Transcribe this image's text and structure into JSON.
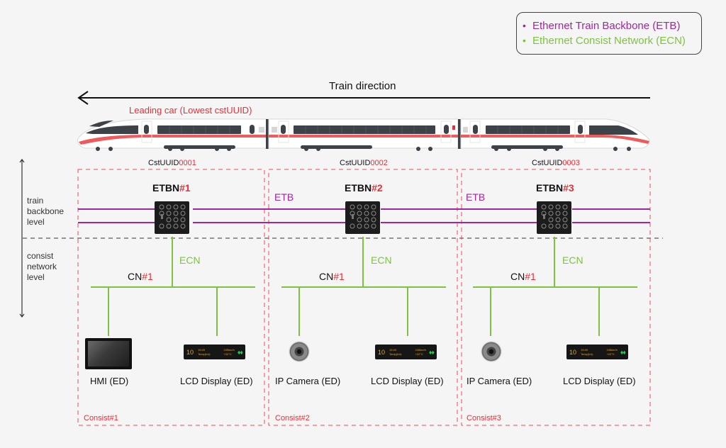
{
  "legend": {
    "items": [
      {
        "bullet": "•",
        "label": "Ethernet Train Backbone (ETB)",
        "color": "#a0289c"
      },
      {
        "bullet": "•",
        "label": "Ethernet Consist Network (ECN)",
        "color": "#7ec242"
      }
    ]
  },
  "train": {
    "direction_label": "Train direction",
    "leading_car_label": "Leading car (Lowest cstUUID)"
  },
  "levels": {
    "backbone": [
      "train",
      "backbone",
      "level"
    ],
    "consist": [
      "consist",
      "network",
      "level"
    ]
  },
  "colors": {
    "etb": "#a0289c",
    "ecn": "#7ec242",
    "highlight": "#ee2c34"
  },
  "link_labels": {
    "etb": "ETB",
    "ecn": "ECN"
  },
  "consists": [
    {
      "uuid_prefix": "CstUUID",
      "uuid_num": "0001",
      "etbn_prefix": "ETBN",
      "etbn_num": "#1",
      "cn_prefix": "CN",
      "cn_num": "#1",
      "devices": [
        {
          "type": "hmi",
          "label": "HMI (ED)"
        },
        {
          "type": "lcd",
          "label": "LCD Display (ED)"
        }
      ],
      "consist_label": "Consist#1"
    },
    {
      "uuid_prefix": "CstUUID",
      "uuid_num": "0002",
      "etbn_prefix": "ETBN",
      "etbn_num": "#2",
      "cn_prefix": "CN",
      "cn_num": "#1",
      "devices": [
        {
          "type": "camera",
          "label": "IP Camera (ED)"
        },
        {
          "type": "lcd",
          "label": "LCD Display (ED)"
        }
      ],
      "consist_label": "Consist#2"
    },
    {
      "uuid_prefix": "CstUUID",
      "uuid_num": "0003",
      "etbn_prefix": "ETBN",
      "etbn_num": "#3",
      "cn_prefix": "CN",
      "cn_num": "#1",
      "devices": [
        {
          "type": "camera",
          "label": "IP Camera (ED)"
        },
        {
          "type": "lcd",
          "label": "LCD Display (ED)"
        }
      ],
      "consist_label": "Consist#3"
    }
  ],
  "lcd_screen": {
    "number": "10",
    "time": "19:49",
    "speed": "245km/h",
    "temp_label": "Temp(Int):",
    "temp_value": "+22°C",
    "icon": "restroom-icon"
  }
}
